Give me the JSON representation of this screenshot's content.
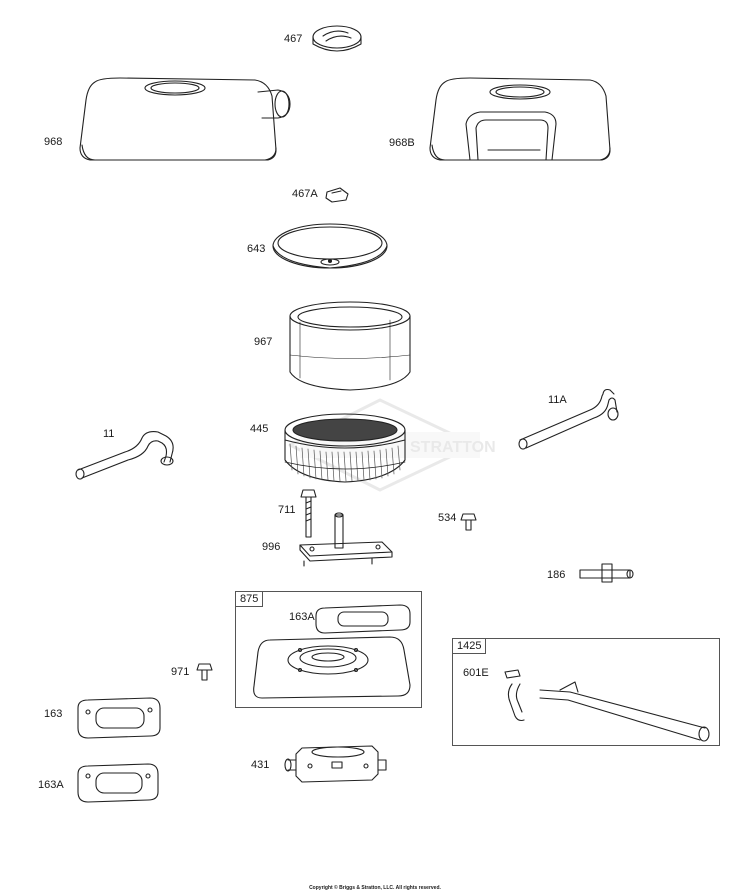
{
  "parts": [
    {
      "id": "p467",
      "label": "467"
    },
    {
      "id": "p968",
      "label": "968"
    },
    {
      "id": "p968b",
      "label": "968B"
    },
    {
      "id": "p467a",
      "label": "467A"
    },
    {
      "id": "p643",
      "label": "643"
    },
    {
      "id": "p967",
      "label": "967"
    },
    {
      "id": "p11a",
      "label": "11A"
    },
    {
      "id": "p11",
      "label": "11"
    },
    {
      "id": "p445",
      "label": "445"
    },
    {
      "id": "p711",
      "label": "711"
    },
    {
      "id": "p534",
      "label": "534"
    },
    {
      "id": "p996",
      "label": "996"
    },
    {
      "id": "p186",
      "label": "186"
    },
    {
      "id": "p163a_kit",
      "label": "163A"
    },
    {
      "id": "p971",
      "label": "971"
    },
    {
      "id": "p601e",
      "label": "601E"
    },
    {
      "id": "p163",
      "label": "163"
    },
    {
      "id": "p163a",
      "label": "163A"
    },
    {
      "id": "p431",
      "label": "431"
    }
  ],
  "kits": [
    {
      "id": "kit875",
      "label": "875"
    },
    {
      "id": "kit1425",
      "label": "1425"
    }
  ],
  "watermark": "STRATTON",
  "copyright": "Copyright © Briggs & Stratton, LLC. All rights reserved."
}
